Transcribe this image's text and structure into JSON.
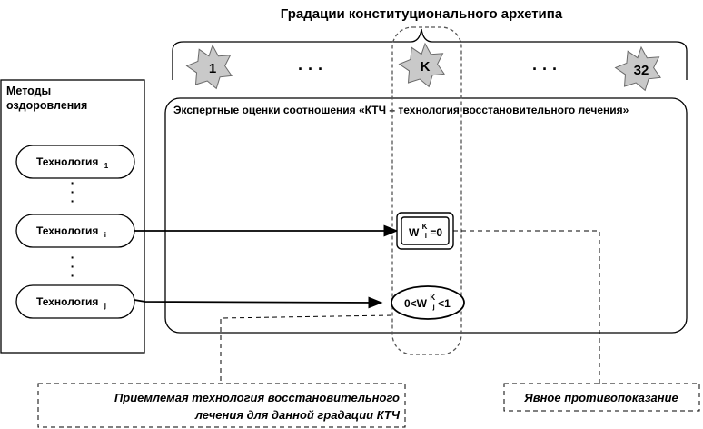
{
  "title": "Градации конституционального архетипа",
  "gradations": {
    "first": "1",
    "middle": "K",
    "last": "32",
    "ellipsis_left": "· · ·",
    "ellipsis_right": "· · ·"
  },
  "methods_panel": {
    "heading_line1": "Методы",
    "heading_line2": "оздоровления",
    "technologies": [
      {
        "label": "Технология",
        "subscript": "1"
      },
      {
        "label": "Технология",
        "subscript": "i"
      },
      {
        "label": "Технология",
        "subscript": "j"
      }
    ]
  },
  "expert_panel": {
    "heading": "Экспертные оценки соотношения «КТЧ – технология восстановительного лечения»"
  },
  "weights": {
    "contraindication": {
      "w": "W",
      "sub": "i",
      "sup": "K",
      "rest": "=0"
    },
    "acceptable": {
      "prefix": "0<W",
      "sub": "j",
      "sup": "K",
      "rest": "<1"
    }
  },
  "notes": {
    "acceptable_line1": "Приемлемая технология восстановительного",
    "acceptable_line2": "лечения для данной градации КТЧ",
    "contraindication": "Явное противопоказание"
  }
}
